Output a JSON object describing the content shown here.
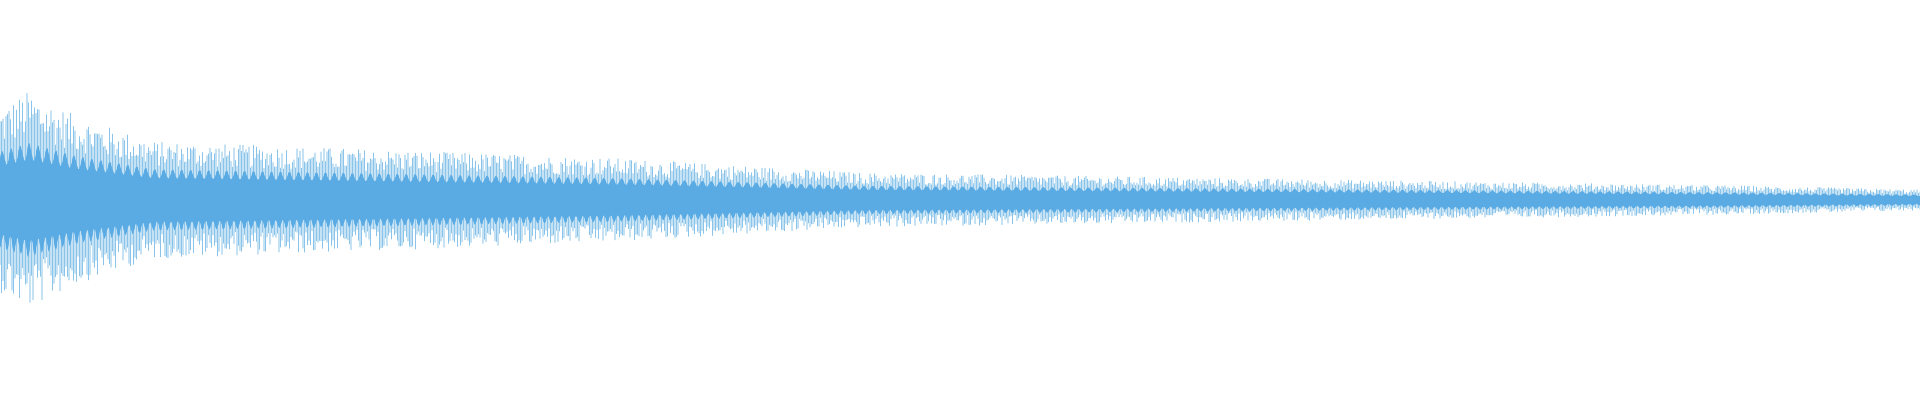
{
  "waveform": {
    "color": "#5aabe3",
    "baseline_color": "#5aabe3",
    "icon": "audio-waveform",
    "amplitude_profile": {
      "peak": 0.26,
      "decay": [
        {
          "t": 0.0,
          "a": 0.22
        },
        {
          "t": 0.015,
          "a": 0.26
        },
        {
          "t": 0.04,
          "a": 0.2
        },
        {
          "t": 0.08,
          "a": 0.14
        },
        {
          "t": 0.2,
          "a": 0.12
        },
        {
          "t": 0.32,
          "a": 0.1
        },
        {
          "t": 0.45,
          "a": 0.065
        },
        {
          "t": 0.6,
          "a": 0.055
        },
        {
          "t": 0.75,
          "a": 0.045
        },
        {
          "t": 0.9,
          "a": 0.035
        },
        {
          "t": 1.0,
          "a": 0.025
        }
      ],
      "core_ratio": 0.55
    }
  }
}
